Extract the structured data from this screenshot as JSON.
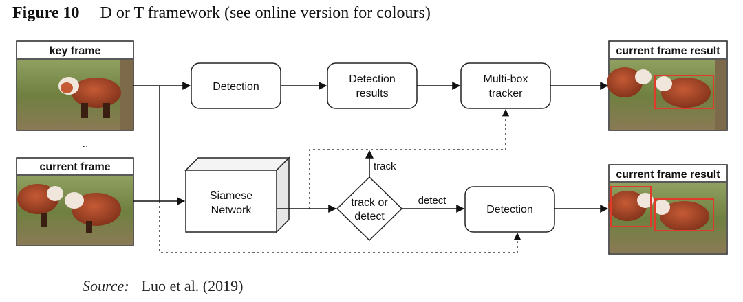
{
  "caption": {
    "figure_number": "Figure 10",
    "title": "D or T framework (see online version for colours)"
  },
  "source": {
    "label": "Source:",
    "citation": "Luo et al. (2019)"
  },
  "images": {
    "key_frame_label": "key frame",
    "current_frame_label": "current frame",
    "result_top_label": "current frame result",
    "result_bottom_label": "current frame result",
    "ellipsis": ".."
  },
  "nodes": {
    "detection_top": "Detection",
    "detection_results_line1": "Detection",
    "detection_results_line2": "results",
    "tracker_line1": "Multi-box",
    "tracker_line2": "tracker",
    "siamese_line1": "Siamese",
    "siamese_line2": "Network",
    "decision_line1": "track or",
    "decision_line2": "detect",
    "detection_bottom": "Detection"
  },
  "edges": {
    "track_label": "track",
    "detect_label": "detect"
  },
  "colors": {
    "grass": "#7a8a4a",
    "panda": "#a8442a",
    "box_red": "#e03a2a"
  }
}
